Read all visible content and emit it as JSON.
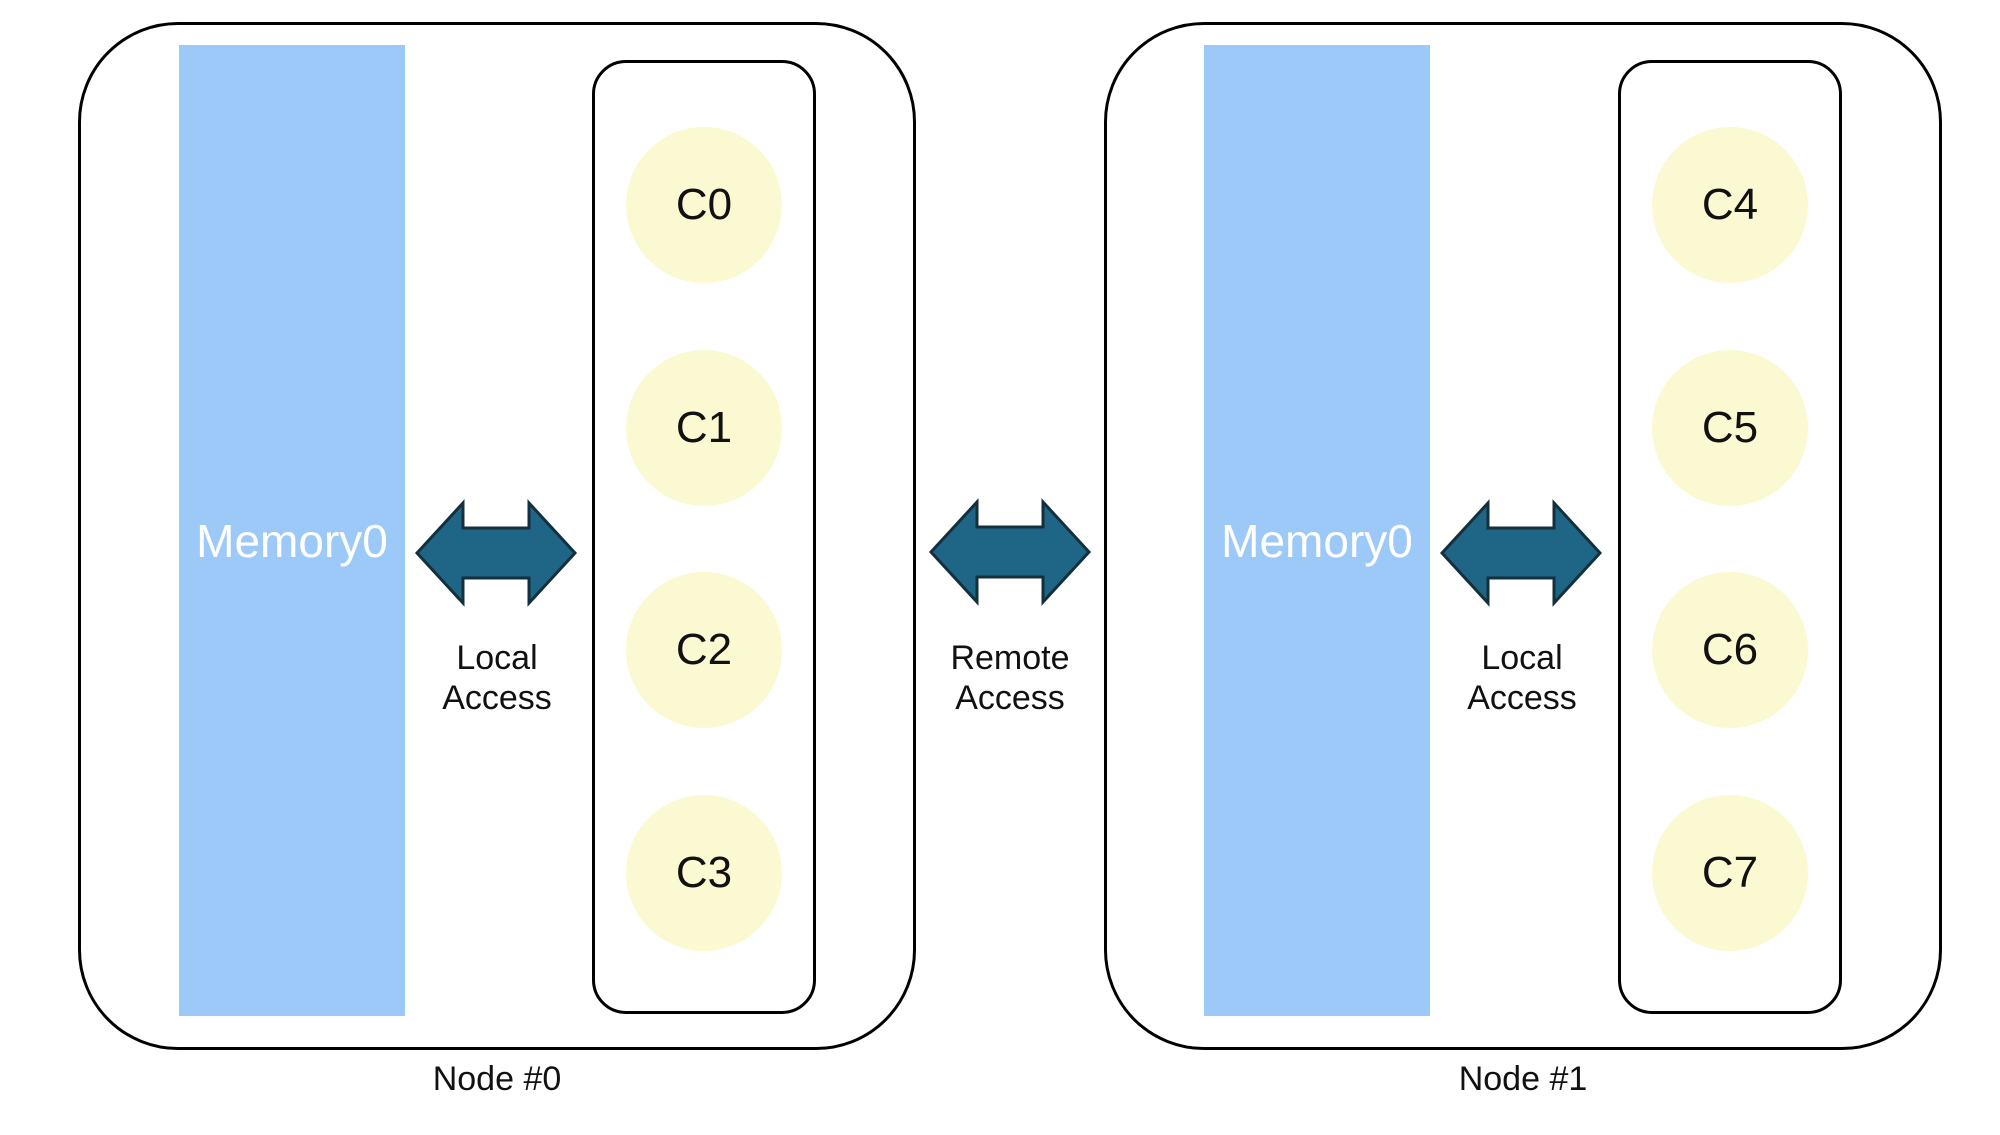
{
  "colors": {
    "background": "#ffffff",
    "box_border": "#000000",
    "memory_fill": "#9DC9F8",
    "memory_text": "#ffffff",
    "core_fill": "#FBF9D1",
    "arrow_fill": "#1F6586",
    "arrow_stroke": "#14303C",
    "text": "#111111"
  },
  "nodes": [
    {
      "label": "Node #0",
      "memory_label": "Memory0",
      "access_label": "Local Access",
      "cores": [
        "C0",
        "C1",
        "C2",
        "C3"
      ]
    },
    {
      "label": "Node #1",
      "memory_label": "Memory0",
      "access_label": "Local Access",
      "cores": [
        "C4",
        "C5",
        "C6",
        "C7"
      ]
    }
  ],
  "interconnect": {
    "access_label": "Remote Access"
  }
}
